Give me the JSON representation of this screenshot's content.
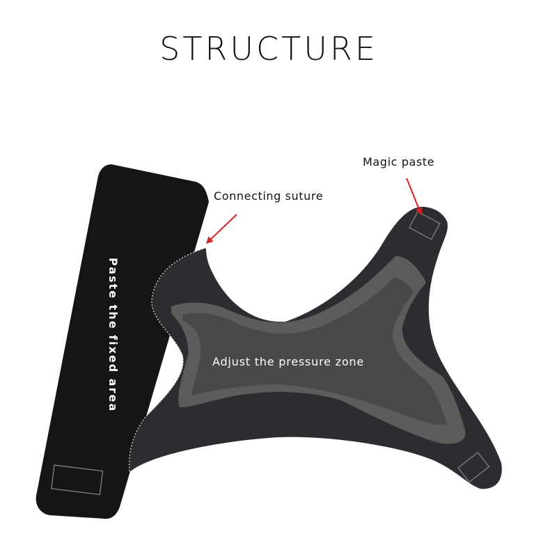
{
  "title": "STRUCTURE",
  "labels": {
    "connecting_suture": "Connecting suture",
    "magic_paste": "Magic paste",
    "pressure_zone": "Adjust the pressure zone",
    "fixed_area": "Paste the fixed area"
  },
  "colors": {
    "strap": "#151515",
    "body": "#2b2d31",
    "pressure_outer": "#5b5d5a",
    "pressure_inner": "#494a47",
    "arrow": "#e02020",
    "stitch": "#e8e8e8",
    "velcro_outline": "#777777"
  }
}
